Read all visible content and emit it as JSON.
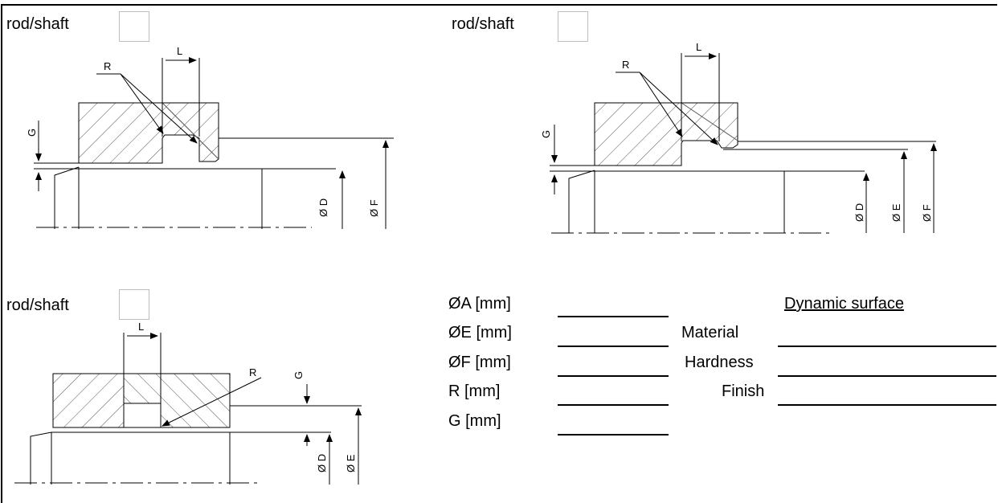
{
  "diagrams": [
    {
      "checkbox_label": "rod/shaft",
      "dims": {
        "r": "R",
        "l": "L",
        "g": "G",
        "d": "Ø D",
        "f": "Ø F"
      }
    },
    {
      "checkbox_label": "rod/shaft",
      "dims": {
        "r": "R",
        "l": "L",
        "g": "G",
        "d": "Ø D",
        "e": "Ø E",
        "f": "Ø F"
      }
    },
    {
      "checkbox_label": "rod/shaft",
      "dims": {
        "r": "R",
        "l": "L",
        "g": "G",
        "d": "Ø D",
        "e": "Ø E"
      }
    }
  ],
  "form": {
    "fields": [
      {
        "label": "ØA [mm]"
      },
      {
        "label": "ØE [mm]"
      },
      {
        "label": "ØF [mm]"
      },
      {
        "label": "R [mm]"
      },
      {
        "label": "G [mm]"
      }
    ],
    "surface": {
      "header": "Dynamic surface",
      "fields": [
        {
          "label": "Material"
        },
        {
          "label": "Hardness"
        },
        {
          "label": "Finish"
        }
      ]
    }
  }
}
